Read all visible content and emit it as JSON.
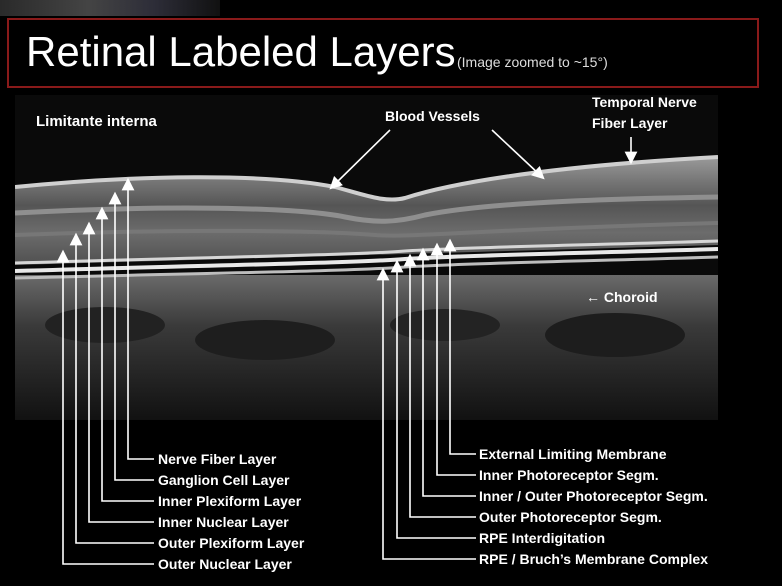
{
  "header": {
    "title": "Retinal Labeled Layers",
    "subtitle": "(Image zoomed to ~15°)"
  },
  "annotations": {
    "limitante": "Limitante interna",
    "blood_vessels": "Blood Vessels",
    "temporal_line1": "Temporal Nerve",
    "temporal_line2": "Fiber Layer",
    "choroid": "← Choroid"
  },
  "left_labels": [
    "Nerve Fiber Layer",
    "Ganglion Cell Layer",
    "Inner Plexiform Layer",
    "Inner Nuclear Layer",
    "Outer Plexiform Layer",
    "Outer Nuclear Layer"
  ],
  "right_labels": [
    "External Limiting Membrane",
    "Inner Photoreceptor Segm.",
    "Inner / Outer Photoreceptor Segm.",
    "Outer Photoreceptor Segm.",
    "RPE Interdigitation",
    "RPE / Bruch’s Membrane Complex"
  ]
}
